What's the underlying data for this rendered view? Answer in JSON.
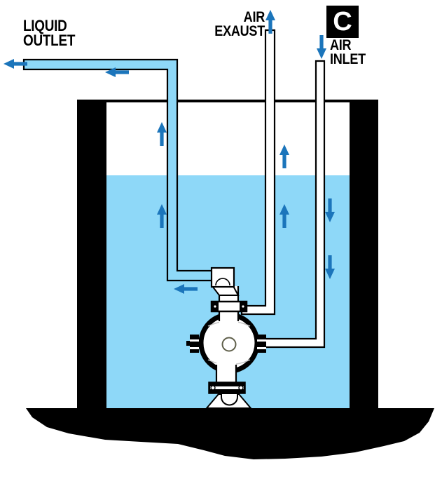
{
  "figure": {
    "marker": "C",
    "labels": {
      "liquid_outlet": [
        "LIQUID",
        "OUTLET"
      ],
      "air_exhaust": [
        "AIR",
        "EXAUST"
      ],
      "air_inlet": [
        "AIR",
        "INLET"
      ]
    },
    "colors": {
      "liquid": "#8ED8F8",
      "arrow": "#1B75BB",
      "pipe_white": "#FFFFFF",
      "ink": "#000000",
      "marker_text": "#FFFFFF"
    }
  }
}
